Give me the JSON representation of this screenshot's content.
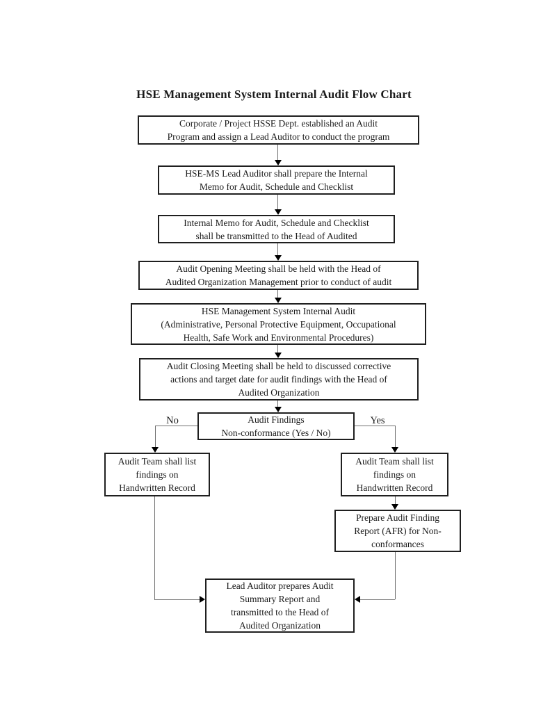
{
  "document": {
    "title": "HSE Management System Internal Audit Flow Chart",
    "colors": {
      "background": "#ffffff",
      "ink": "#1a1a1a",
      "box_border": "#1f1f1f",
      "connector_line": "#6f6f6f",
      "arrowhead": "#000000"
    },
    "nodes": {
      "audit_program": "Corporate / Project HSSE Dept. established an Audit\nProgram and assign a Lead Auditor to conduct the program",
      "prepare_memo": "HSE-MS Lead Auditor shall prepare the Internal\nMemo for Audit, Schedule and Checklist",
      "transmit_memo": "Internal Memo for Audit, Schedule and Checklist\nshall be transmitted to the Head of Audited",
      "opening_meeting": "Audit Opening Meeting shall be held with the Head of\nAudited Organization Management prior to conduct of audit",
      "internal_audit": "HSE Management System Internal Audit\n(Administrative, Personal Protective Equipment, Occupational\nHealth, Safe Work and Environmental Procedures)",
      "closing_meeting": "Audit Closing Meeting shall be held to discussed corrective\nactions and target date for audit findings with the Head of\nAudited Organization",
      "decision": "Audit Findings\nNon-conformance (Yes / No)",
      "no_branch_record": "Audit Team shall list\nfindings on\nHandwritten Record",
      "yes_branch_record": "Audit Team shall list\nfindings on\nHandwritten Record",
      "afr_report": "Prepare Audit Finding\nReport (AFR) for Non-\nconformances",
      "summary_report": "Lead Auditor prepares Audit\nSummary Report and\ntransmitted to the Head of\nAudited Organization"
    },
    "branch_labels": {
      "no": "No",
      "yes": "Yes"
    }
  }
}
